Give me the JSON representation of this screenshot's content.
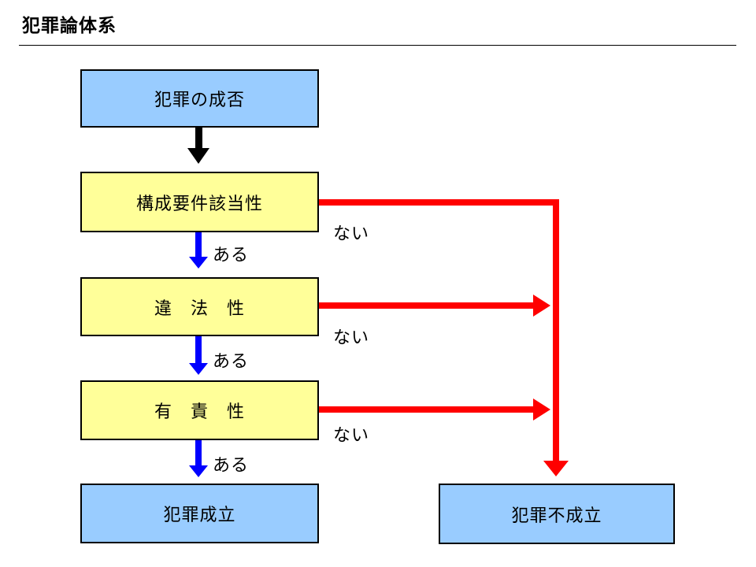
{
  "page": {
    "title": "犯罪論体系"
  },
  "boxes": {
    "start": {
      "label": "犯罪の成否"
    },
    "tatbestand": {
      "label": "構成要件該当性"
    },
    "illegality": {
      "label": "違　法　性"
    },
    "culpability": {
      "label": "有　責　性"
    },
    "established": {
      "label": "犯罪成立"
    },
    "not_established": {
      "label": "犯罪不成立"
    }
  },
  "edge_labels": {
    "yes": "ある",
    "no": "ない"
  },
  "colors": {
    "node_blue_fill": "#99CCFF",
    "node_yellow_fill": "#FFFF99",
    "node_border": "#000000",
    "arrow_black": "#000000",
    "arrow_blue": "#0000FF",
    "arrow_red": "#FF0000"
  }
}
